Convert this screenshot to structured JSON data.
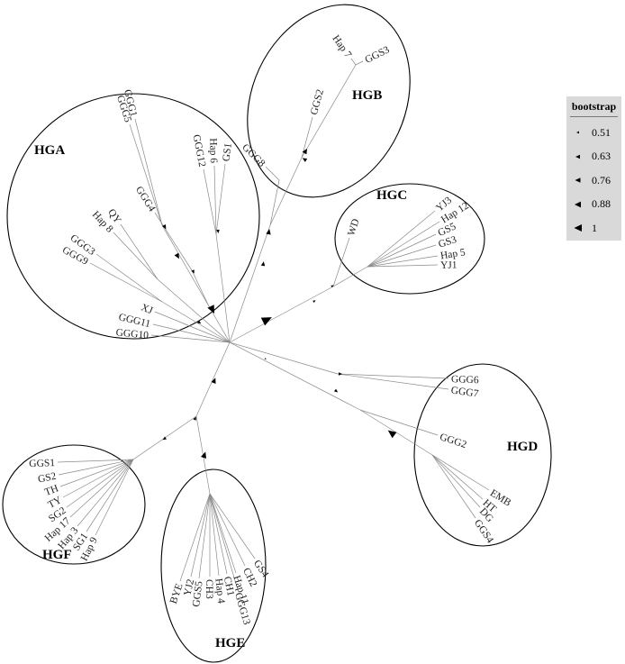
{
  "legend": {
    "title": "bootstrap",
    "items": [
      "0.51",
      "0.63",
      "0.76",
      "0.88",
      "1"
    ]
  },
  "groups": {
    "HGA": "HGA",
    "HGB": "HGB",
    "HGC": "HGC",
    "HGD": "HGD",
    "HGE": "HGE",
    "HGF": "HGF"
  },
  "taxa": {
    "HGA": [
      "GGG1",
      "GGG5",
      "GGG12",
      "Hap 6",
      "GS1",
      "GGG4",
      "QY",
      "Hap 8",
      "GGG3",
      "GGG9",
      "XJ",
      "GGG11",
      "GGG10"
    ],
    "HGB": [
      "Hap 7",
      "GGS3",
      "GGS2",
      "GGG8"
    ],
    "HGC": [
      "WD",
      "YJ3",
      "Hap 12",
      "GS5",
      "GS3",
      "Hap 5",
      "YJ1"
    ],
    "HGD": [
      "GGG6",
      "GGG7",
      "GGG2",
      "EMB",
      "HT",
      "DG",
      "GGS4"
    ],
    "HGE": [
      "BYE",
      "YJ2",
      "GGS5",
      "CH3",
      "Hap 4",
      "CH1",
      "Hap 11",
      "CH2",
      "GS4",
      "GGG13"
    ],
    "HGF": [
      "GGS1",
      "GS2",
      "TH",
      "TY",
      "SG2",
      "Hap 17",
      "Hap 3",
      "SG1",
      "Hap 9"
    ]
  }
}
